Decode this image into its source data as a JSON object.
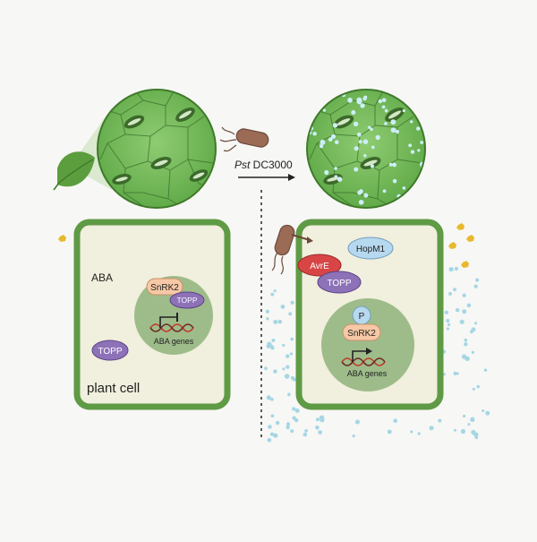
{
  "labels": {
    "pathogen_italic": "Pst",
    "pathogen_rest": " DC3000",
    "aba": "ABA",
    "plant_cell": "plant cell",
    "aba_genes": "ABA genes"
  },
  "proteins": {
    "snrk2": "SnRK2",
    "topp": "TOPP",
    "hopm1": "HopM1",
    "avre": "AvrE",
    "phospho": "P"
  },
  "colors": {
    "background": "#f7f7f5",
    "cell_wall": "#5f9a45",
    "cytoplasm": "#f1efdd",
    "nucleus": "#9ebc8a",
    "leaf_surface": "#7dbf60",
    "aba_molecule": "#e8b92c",
    "water": "#a5d6e4",
    "snrk2": "#f6c8a5",
    "topp": "#8d72b8",
    "hopm1": "#b7d9ef",
    "avre": "#d84545",
    "bacterium": "#9b6b55"
  },
  "icons": {
    "leaf": "leaf-icon",
    "bacterium": "bacterium-icon",
    "arrow": "arrow-right-icon"
  }
}
